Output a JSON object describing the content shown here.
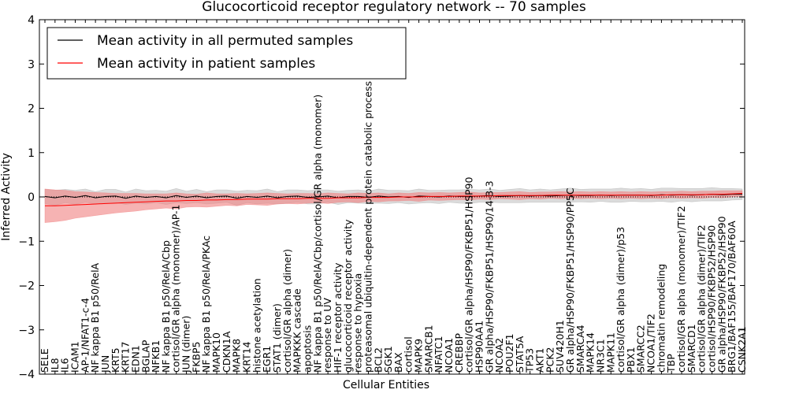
{
  "chart_data": {
    "type": "line",
    "title": "Glucocorticoid receptor regulatory network -- 70 samples",
    "xlabel": "Cellular Entities",
    "ylabel": "Inferred Activity",
    "ylim": [
      -4,
      4
    ],
    "yticks": [
      -4,
      -3,
      -2,
      -1,
      0,
      1,
      2,
      3,
      4
    ],
    "grid": false,
    "legend_position": "top-left",
    "x_tick_labels": [
      "SELE",
      "IL8",
      "IL6",
      "ICAM1",
      "AP-1/NFAT1-c-4",
      "NF kappa B1 p50/RelA",
      "JUN",
      "KRT5",
      "KRT17",
      "EDN1",
      "BGLAP",
      "NFKB1",
      "NF kappa B1 p50/RelA/Cbp",
      "cortisol/GR alpha (monomer)/AP-1",
      "JUN (dimer)",
      "FKBP5",
      "NF kappa B1 p50/RelA/PKAc",
      "MAPK10",
      "CDKN1A",
      "MAPK8",
      "KRT14",
      "histone acetylation",
      "EGR1",
      "STAT1 (dimer)",
      "cortisol/GR alpha (dimer)",
      "MAPKKK cascade",
      "apoptosis",
      "NF kappa B1 p50/RelA/Cbp/cortisol/GR alpha (monomer)",
      "response to UV",
      "HIF-1 receptor activity",
      "glucocorticoid receptor activity",
      "response to hypoxia",
      "proteasomal ubiquitin-dependent protein catabolic process",
      "BCL2",
      "SGK1",
      "BAX",
      "cortisol",
      "MAPK9",
      "SMARCB1",
      "NFATC1",
      "NCOA1",
      "CREBBP",
      "cortisol/GR alpha/HSP90/FKBP51/HSP90",
      "HSP90AA1",
      "GR alpha/HSP90/FKBP51/HSP90/14-3-3",
      "NCOA2",
      "POU2F1",
      "STAT5A",
      "TP53",
      "AKT1",
      "PCK2",
      "SUV420H1",
      "GR alpha/HSP90/FKBP51/HSP90/PP5C",
      "SMARCA4",
      "MAPK14",
      "NR3C1",
      "MAPK11",
      "cortisol/GR alpha (dimer)/p53",
      "PBX1",
      "SMARCC2",
      "NCOA1/TIF2",
      "chromatin remodeling",
      "TBP",
      "cortisol/GR alpha (monomer)/TIF2",
      "SMARCD1",
      "cortisol/GR alpha (dimer)/TIF2",
      "cortisol/HSP90/FKBP52/HSP90",
      "GR alpha/HSP90/FKBP52/HSP90",
      "BRG1/BAF155/BAF170/BAF60A",
      "CSNK2A1"
    ],
    "series": [
      {
        "name": "Mean activity in all permuted samples",
        "color": "#000000",
        "band_color": "#b0b0b0",
        "values": [
          0.01,
          -0.02,
          0.02,
          -0.01,
          0.03,
          -0.02,
          0.01,
          0.02,
          -0.03,
          0.02,
          -0.01,
          0.01,
          -0.02,
          0.03,
          -0.01,
          0.02,
          -0.02,
          0.01,
          0.02,
          -0.03,
          0.01,
          -0.01,
          0.02,
          -0.02,
          0.01,
          0.02,
          -0.01,
          0.0,
          0.02,
          -0.02,
          0.01,
          0.01,
          -0.01,
          0.02,
          0.0,
          0.01,
          -0.01,
          0.02,
          0.01,
          0.0,
          0.02,
          0.01,
          0.01,
          0.02,
          0.03,
          0.01,
          0.02,
          0.03,
          0.02,
          0.03,
          0.02,
          0.03,
          0.04,
          0.03,
          0.03,
          0.04,
          0.03,
          0.04,
          0.04,
          0.04,
          0.03,
          0.05,
          0.04,
          0.05,
          0.04,
          0.05,
          0.06,
          0.05,
          0.06,
          0.06
        ],
        "band": [
          0.16,
          0.17,
          0.15,
          0.16,
          0.15,
          0.14,
          0.16,
          0.15,
          0.14,
          0.16,
          0.15,
          0.14,
          0.15,
          0.16,
          0.14,
          0.15,
          0.14,
          0.15,
          0.14,
          0.16,
          0.14,
          0.15,
          0.16,
          0.14,
          0.15,
          0.14,
          0.15,
          0.16,
          0.14,
          0.15,
          0.14,
          0.15,
          0.14,
          0.16,
          0.15,
          0.14,
          0.15,
          0.16,
          0.14,
          0.15,
          0.14,
          0.15,
          0.16,
          0.14,
          0.15,
          0.14,
          0.15,
          0.16,
          0.14,
          0.15,
          0.14,
          0.15,
          0.16,
          0.14,
          0.15,
          0.14,
          0.15,
          0.16,
          0.14,
          0.15,
          0.14,
          0.15,
          0.16,
          0.14,
          0.15,
          0.14,
          0.15,
          0.14,
          0.13,
          0.12
        ]
      },
      {
        "name": "Mean activity in patient samples",
        "color": "#ff0000",
        "band_color": "#f08080",
        "values": [
          -0.2,
          -0.2,
          -0.19,
          -0.18,
          -0.17,
          -0.16,
          -0.15,
          -0.14,
          -0.13,
          -0.12,
          -0.11,
          -0.1,
          -0.09,
          -0.09,
          -0.08,
          -0.08,
          -0.07,
          -0.07,
          -0.06,
          -0.06,
          -0.05,
          -0.05,
          -0.05,
          -0.04,
          -0.04,
          -0.04,
          -0.03,
          -0.03,
          -0.03,
          -0.02,
          -0.02,
          -0.02,
          -0.01,
          -0.01,
          -0.01,
          0.0,
          0.0,
          0.0,
          0.01,
          0.01,
          0.01,
          0.02,
          0.02,
          0.02,
          0.02,
          0.03,
          0.03,
          0.03,
          0.03,
          0.03,
          0.04,
          0.04,
          0.04,
          0.04,
          0.04,
          0.04,
          0.04,
          0.04,
          0.04,
          0.04,
          0.04,
          0.04,
          0.05,
          0.05,
          0.05,
          0.05,
          0.06,
          0.06,
          0.07,
          0.08
        ],
        "band": [
          0.38,
          0.36,
          0.34,
          0.3,
          0.28,
          0.26,
          0.24,
          0.22,
          0.21,
          0.2,
          0.18,
          0.17,
          0.16,
          0.18,
          0.15,
          0.14,
          0.16,
          0.14,
          0.13,
          0.14,
          0.12,
          0.13,
          0.14,
          0.12,
          0.11,
          0.12,
          0.11,
          0.1,
          0.12,
          0.1,
          0.09,
          0.11,
          0.09,
          0.1,
          0.08,
          0.09,
          0.08,
          0.1,
          0.08,
          0.09,
          0.08,
          0.08,
          0.09,
          0.07,
          0.08,
          0.07,
          0.08,
          0.09,
          0.07,
          0.08,
          0.07,
          0.08,
          0.07,
          0.08,
          0.07,
          0.08,
          0.07,
          0.08,
          0.07,
          0.08,
          0.07,
          0.08,
          0.07,
          0.08,
          0.07,
          0.08,
          0.07,
          0.08,
          0.07,
          0.06
        ]
      }
    ]
  }
}
